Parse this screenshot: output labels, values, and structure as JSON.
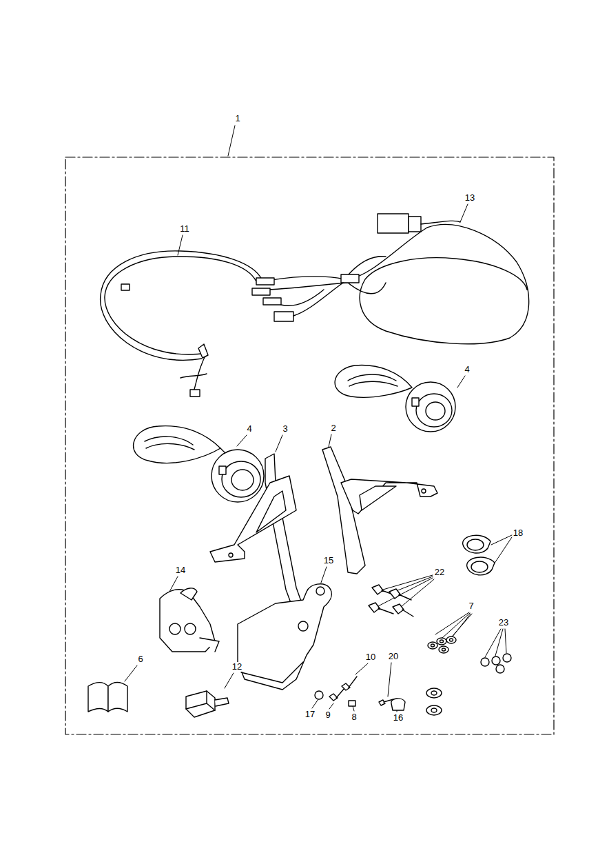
{
  "diagram": {
    "labels": [
      "1",
      "13",
      "11",
      "4",
      "3",
      "2",
      "4",
      "18",
      "14",
      "15",
      "22",
      "7",
      "23",
      "6",
      "10",
      "20",
      "12",
      "17",
      "9",
      "8",
      "16"
    ]
  }
}
